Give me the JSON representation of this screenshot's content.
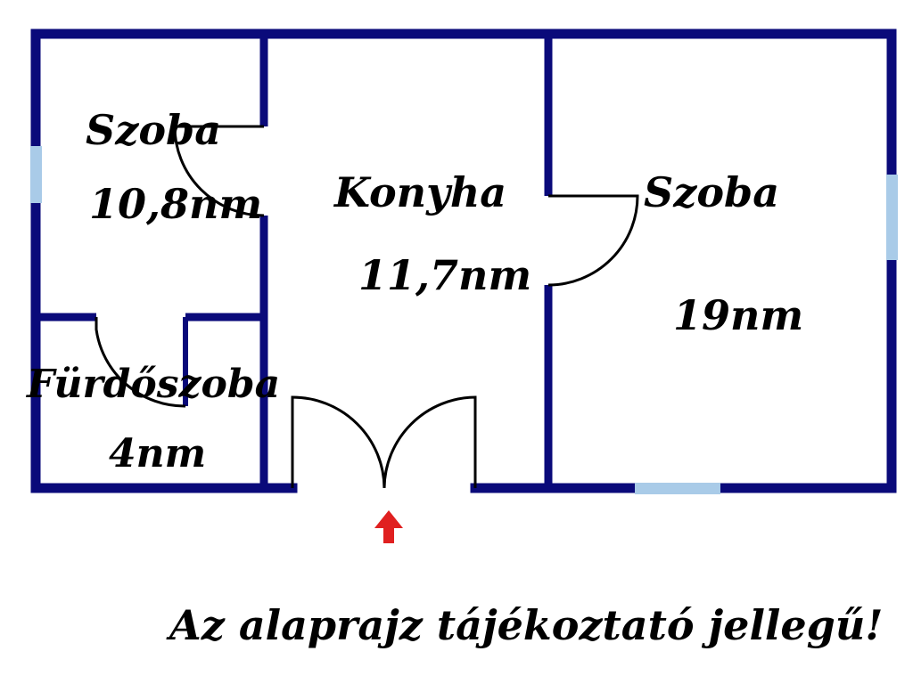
{
  "colors": {
    "wall": "#0a0a7a",
    "window": "#a9cbe8",
    "door_line": "#000000",
    "entrance_arrow": "#e02020",
    "text": "#000000"
  },
  "rooms": {
    "room_left": {
      "name": "Szoba",
      "area": "10,8nm"
    },
    "bathroom": {
      "name": "Fürdőszoba",
      "area": "4nm"
    },
    "kitchen": {
      "name": "Konyha",
      "area": "11,7nm"
    },
    "room_right": {
      "name": "Szoba",
      "area": "19nm"
    }
  },
  "entrance": {
    "icon": "up-arrow-icon"
  },
  "note": "Az alaprajz tájékoztató jellegű!"
}
